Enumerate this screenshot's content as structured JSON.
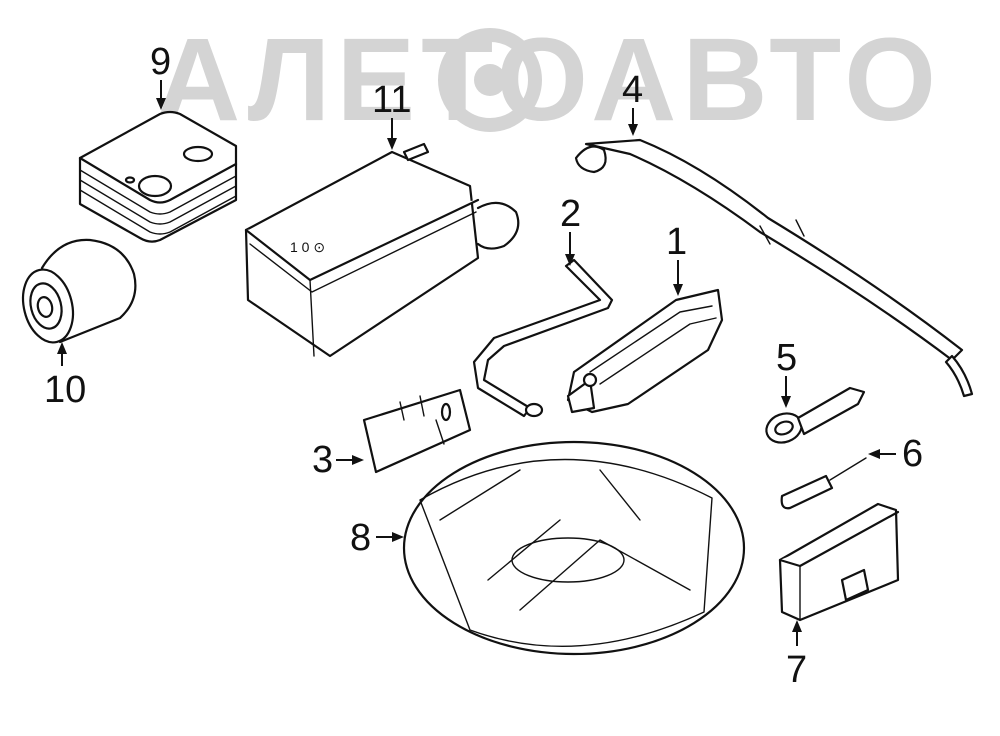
{
  "watermark": {
    "text": "АЛЕТОАВТО",
    "color": "#d4d4d4"
  },
  "callouts": {
    "c1": "1",
    "c2": "2",
    "c3": "3",
    "c4": "4",
    "c5": "5",
    "c6": "6",
    "c7": "7",
    "c8": "8",
    "c9": "9",
    "c10": "10",
    "c11": "11"
  },
  "parts": {
    "p1": "jack-icon",
    "p2": "wheel-wrench-icon",
    "p3": "bracket-plate-icon",
    "p4": "tow-strap-icon",
    "p5": "tow-eye-icon",
    "p6": "screwdriver-icon",
    "p7": "tool-case-icon",
    "p8": "spare-tire-foam-tray-icon",
    "p9": "sealant-bottle-icon",
    "p10": "sealant-canister-icon",
    "p11": "air-compressor-icon"
  }
}
